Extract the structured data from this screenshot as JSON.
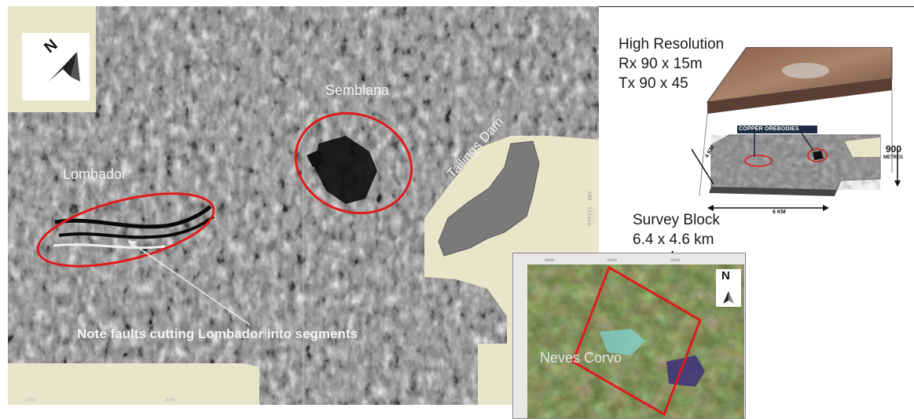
{
  "seismic": {
    "labels": {
      "semblana": "Semblana",
      "lombador": "Lombador",
      "tailings_dam": "Tailings Dam",
      "note": "Note faults cutting Lombador into segments"
    },
    "north_label": "N",
    "colors": {
      "highlight": "#e11a1a",
      "cream": "#e8e6c8",
      "dam_gray": "#7a7a7a"
    }
  },
  "right_panel": {
    "title_lines": [
      "High Resolution",
      "Rx  90 x 15m",
      "Tx   90 x 45"
    ],
    "orebodies_label": "COPPER OREBODIES",
    "depth_value": "900",
    "depth_unit": "METRES",
    "width_label": "6 KM",
    "depth_label": "4 KM",
    "survey_block": [
      "Survey Block",
      "6.4 x 4.6 km"
    ]
  },
  "inset_map": {
    "place_label": "Neves Corvo",
    "north_label": "N"
  }
}
